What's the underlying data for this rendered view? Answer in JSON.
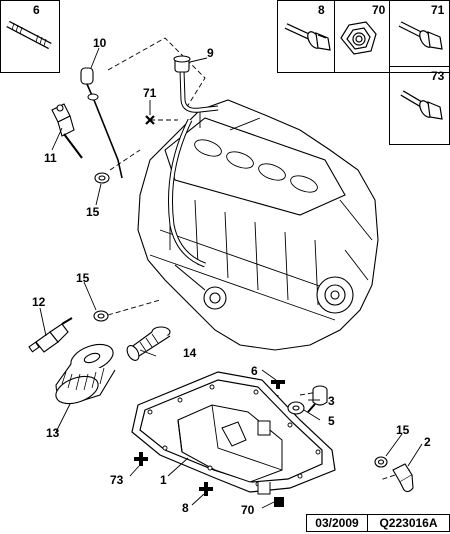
{
  "callouts": {
    "c1": "1",
    "c2": "2",
    "c3": "3",
    "c5": "5",
    "c6": "6",
    "c8": "8",
    "c9": "9",
    "c10": "10",
    "c11": "11",
    "c12": "12",
    "c13": "13",
    "c14": "14",
    "c15": "15",
    "c70": "70",
    "c71": "71",
    "c73": "73"
  },
  "boxes": {
    "box6": "6",
    "box8": "8",
    "box70": "70",
    "box71": "71",
    "box73": "73"
  },
  "footer": {
    "date": "03/2009",
    "reference": "Q223016A"
  }
}
